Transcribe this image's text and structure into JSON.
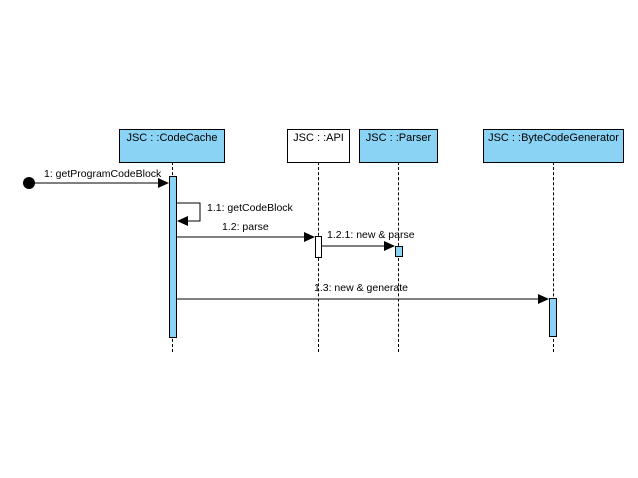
{
  "colors": {
    "participant_highlight": "#8ad3f4",
    "participant_plain": "#ffffff",
    "activation_fill": "#8ad3f4",
    "activation_plain": "#ffffff",
    "line": "#000000"
  },
  "participants": [
    {
      "name": "JSC : :CodeCache",
      "style": "highlight"
    },
    {
      "name": "JSC : :API",
      "style": "plain"
    },
    {
      "name": "JSC : :Parser",
      "style": "highlight"
    },
    {
      "name": "JSC : :ByteCodeGenerator",
      "style": "highlight"
    }
  ],
  "messages": [
    {
      "label": "1: getProgramCodeBlock",
      "from": "found",
      "to": "JSC : :CodeCache"
    },
    {
      "label": "1.1: getCodeBlock",
      "from": "JSC : :CodeCache",
      "to": "JSC : :CodeCache"
    },
    {
      "label": "1.2: parse",
      "from": "JSC : :CodeCache",
      "to": "JSC : :API"
    },
    {
      "label": "1.2.1: new & parse",
      "from": "JSC : :API",
      "to": "JSC : :Parser"
    },
    {
      "label": "1.3: new & generate",
      "from": "JSC : :CodeCache",
      "to": "JSC : :ByteCodeGenerator"
    }
  ]
}
